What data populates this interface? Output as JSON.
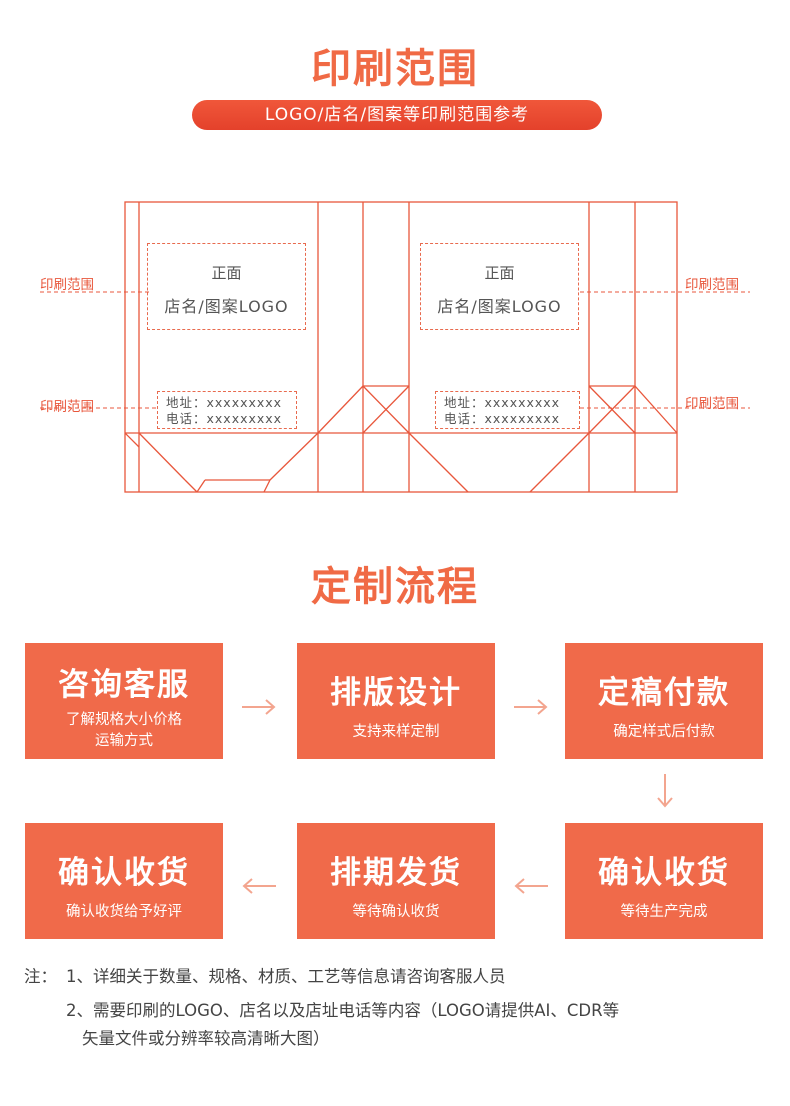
{
  "print_section": {
    "title": "印刷范围",
    "subtitle": "LOGO/店名/图案等印刷范围参考",
    "left_labels": [
      "印刷范围",
      "印刷范围"
    ],
    "right_labels": [
      "印刷范围",
      "印刷范围"
    ],
    "front_boxes": [
      {
        "line1": "正面",
        "line2": "店名/图案LOGO"
      },
      {
        "line1": "正面",
        "line2": "店名/图案LOGO"
      }
    ],
    "addr_boxes": [
      {
        "address": "地址：xxxxxxxxx",
        "phone": "电话：xxxxxxxxx"
      },
      {
        "address": "地址：xxxxxxxxx",
        "phone": "电话：xxxxxxxxx"
      }
    ],
    "line_color": "#e8573c"
  },
  "flow_section": {
    "title": "定制流程",
    "steps": [
      {
        "title": "咨询客服",
        "sub1": "了解规格大小价格",
        "sub2": "运输方式"
      },
      {
        "title": "排版设计",
        "sub1": "支持来样定制",
        "sub2": ""
      },
      {
        "title": "定稿付款",
        "sub1": "确定样式后付款",
        "sub2": ""
      },
      {
        "title": "确认收货",
        "sub1": "等待生产完成",
        "sub2": ""
      },
      {
        "title": "排期发货",
        "sub1": "等待确认收货",
        "sub2": ""
      },
      {
        "title": "确认收货",
        "sub1": "确认收货给予好评",
        "sub2": ""
      }
    ],
    "card_color": "#f06a4a",
    "arrow_color": "#f3a58f"
  },
  "notes": {
    "prefix": "注：",
    "line1": "1、详细关于数量、规格、材质、工艺等信息请咨询客服人员",
    "line2": "2、需要印刷的LOGO、店名以及店址电话等内容（LOGO请提供AI、CDR等",
    "line3": "矢量文件或分辨率较高清晰大图）"
  }
}
